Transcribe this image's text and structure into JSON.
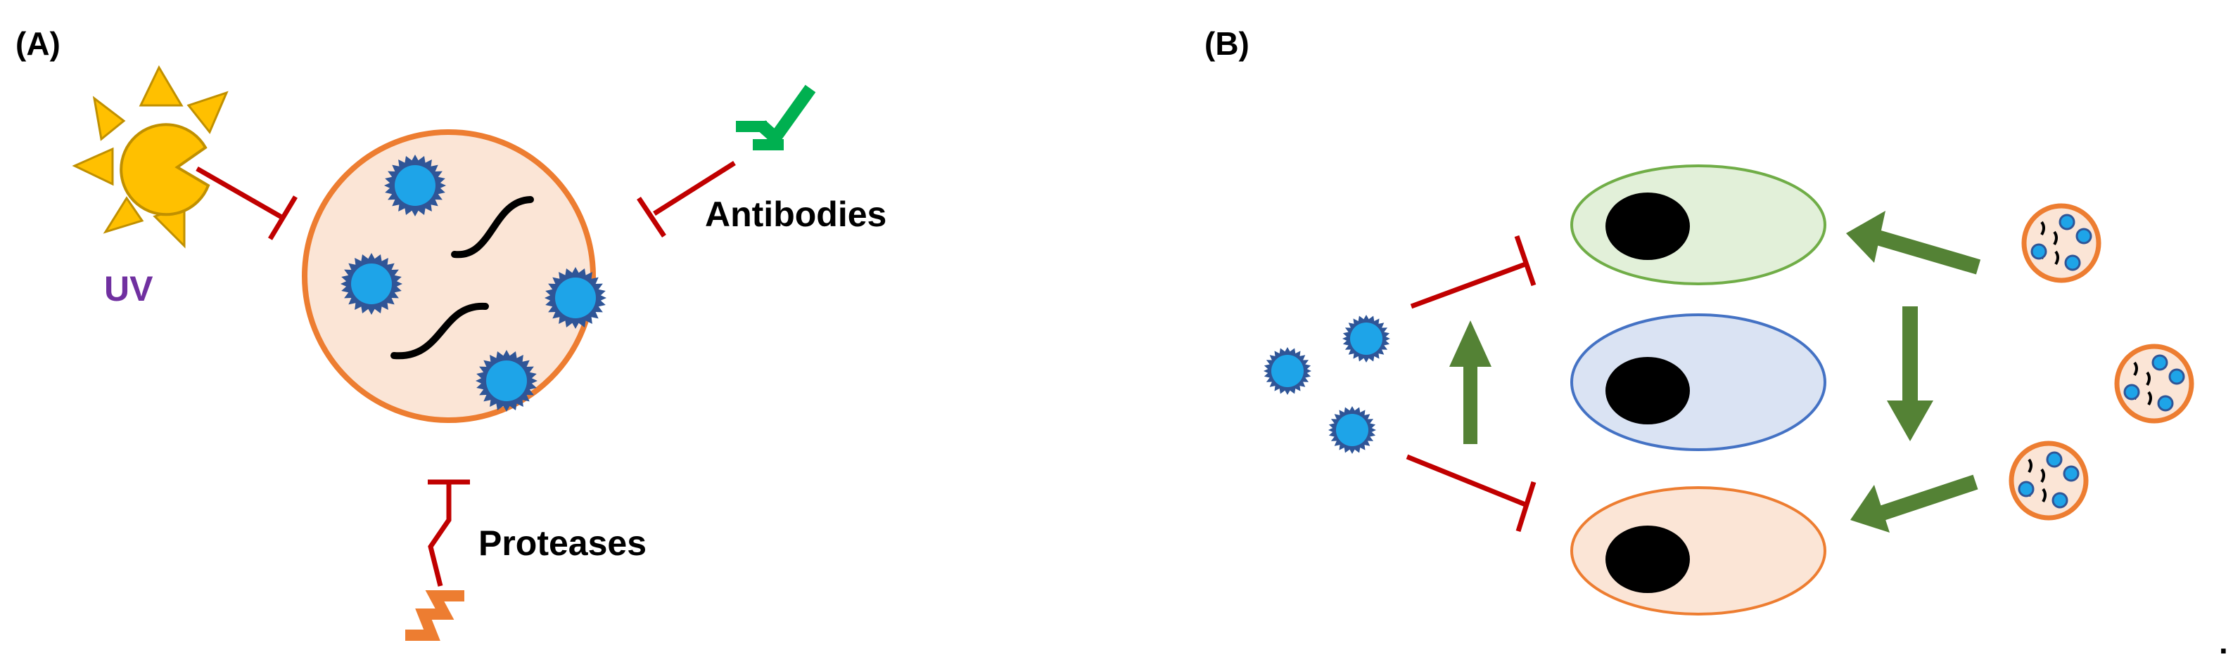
{
  "panel_a": {
    "label": "(A)",
    "factors": {
      "uv": "UV",
      "antibodies": "Antibodies",
      "proteases": "Proteases"
    }
  },
  "panel_b": {
    "label": "(B)"
  },
  "trailing_mark": ".",
  "colors": {
    "inhibition": "#C00000",
    "activation": "#548235",
    "vesicle_fill": "#FBE5D6",
    "vesicle_stroke": "#ED7D31",
    "virus_core": "#1EA4E8",
    "virus_spikes": "#2F5597",
    "sun": "#FFC000",
    "sun_stroke": "#C09000",
    "uv_text": "#7030A0",
    "antibody": "#00B050",
    "protease": "#ED7D31",
    "cell_green_fill": "#E2F0D9",
    "cell_green_stroke": "#70AD47",
    "cell_blue_fill": "#DAE3F3",
    "cell_blue_stroke": "#4472C4",
    "cell_orange_fill": "#FBE5D6",
    "cell_orange_stroke": "#ED7D31"
  }
}
